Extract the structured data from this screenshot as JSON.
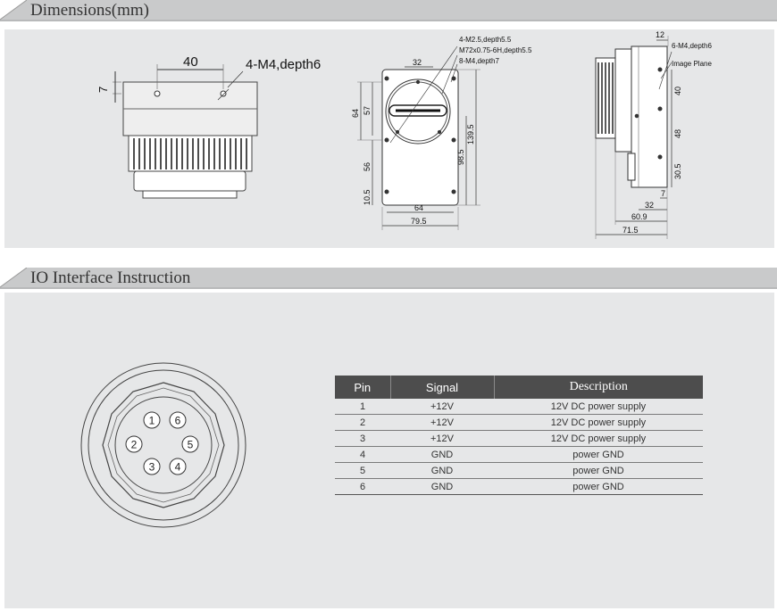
{
  "sections": {
    "dimensions_title": "Dimensions(mm)",
    "io_title": "IO Interface Instruction"
  },
  "front_view": {
    "dim_40": "40",
    "hole_note": "4-M4,depth6",
    "dim_7": "7"
  },
  "mount_view": {
    "note_line1": "4-M2.5,depth5.5",
    "note_line2": "M72x0.75-6H,depth5.5",
    "note_line3": "8-M4,depth7",
    "dim_32": "32",
    "dim_64_left": "64",
    "dim_57": "57",
    "dim_56": "56",
    "dim_10_5": "10.5",
    "dim_139_5": "139.5",
    "dim_98_5": "98.5",
    "dim_64_bottom": "64",
    "dim_79_5": "79.5"
  },
  "side_view": {
    "dim_12": "12",
    "note_holes": "6-M4,depth6",
    "note_plane": "Image Plane",
    "dim_40": "40",
    "dim_48": "48",
    "dim_30_5": "30.5",
    "dim_7": "7",
    "dim_32": "32",
    "dim_60_9": "60.9",
    "dim_71_5": "71.5"
  },
  "connector": {
    "pins": [
      "1",
      "2",
      "3",
      "4",
      "5",
      "6"
    ]
  },
  "pin_table": {
    "headers": {
      "pin": "Pin",
      "signal": "Signal",
      "description": "Description"
    },
    "rows": [
      {
        "pin": "1",
        "signal": "+12V",
        "description": "12V DC power supply"
      },
      {
        "pin": "2",
        "signal": "+12V",
        "description": "12V DC power supply"
      },
      {
        "pin": "3",
        "signal": "+12V",
        "description": "12V DC power supply"
      },
      {
        "pin": "4",
        "signal": "GND",
        "description": "power GND"
      },
      {
        "pin": "5",
        "signal": "GND",
        "description": "power GND"
      },
      {
        "pin": "6",
        "signal": "GND",
        "description": "power GND"
      }
    ]
  },
  "colors": {
    "header_bar": "#c9cacb",
    "panel_bg": "#e6e7e8",
    "table_header": "#4d4d4d",
    "line": "#333333"
  }
}
